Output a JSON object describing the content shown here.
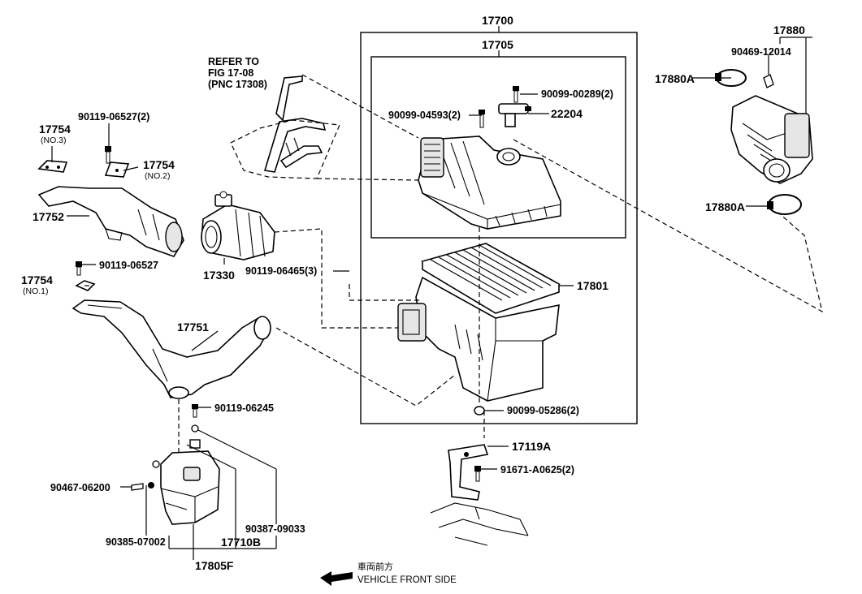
{
  "labels": {
    "p17700": "17700",
    "p17705": "17705",
    "p17880": "17880",
    "p90469_12014": "90469-12014",
    "p17880A_top": "17880A",
    "p17880A_bottom": "17880A",
    "p90099_00289": "90099-00289(2)",
    "p90099_04593": "90099-04593(2)",
    "p22204": "22204",
    "refer1": "REFER TO",
    "refer2": "FIG 17-08",
    "refer3": "(PNC 17308)",
    "p90119_06527_top": "90119-06527(2)",
    "p17754_no3": "17754",
    "p17754_no3_sub": "(NO.3)",
    "p17754_no2": "17754",
    "p17754_no2_sub": "(NO.2)",
    "p17752": "17752",
    "p90119_06527": "90119-06527",
    "p17754_no1": "17754",
    "p17754_no1_sub": "(NO.1)",
    "p17330": "17330",
    "p90119_06465": "90119-06465(3)",
    "p17801": "17801",
    "p17751": "17751",
    "p90119_06245": "90119-06245",
    "p90099_05286": "90099-05286(2)",
    "p17119A": "17119A",
    "p91671_A0625": "91671-A0625(2)",
    "p90467_06200": "90467-06200",
    "p90385_07002": "90385-07002",
    "p17710B": "17710B",
    "p90387_09033": "90387-09033",
    "p17805F": "17805F",
    "vehicle_jp": "車両前方",
    "vehicle_en": "VEHICLE FRONT SIDE"
  }
}
